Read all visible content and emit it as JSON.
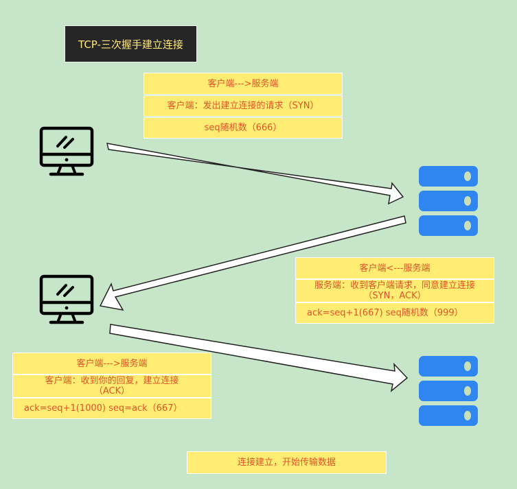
{
  "title": "TCP-三次握手建立连接",
  "step1": {
    "header": "客户端--->服务端",
    "desc": "客户端：发出建立连接的请求（SYN）",
    "detail": "seq随机数（666）"
  },
  "step2": {
    "header": "客户端<---服务端",
    "desc_line1": "服务端：收到客户端请求，同意建立连接",
    "desc_line2": "（SYN，ACK）",
    "detail": "ack=seq+1(667)     seq随机数（999）"
  },
  "step3": {
    "header": "客户端--->服务端",
    "desc_line1": "客户端：收到你的回复，建立连接",
    "desc_line2": "（ACK）",
    "detail": "ack=seq+1(1000)     seq=ack（667）"
  },
  "footer": "连接建立，开始传输数据",
  "icons": [
    "monitor-icon",
    "server-icon"
  ],
  "colors": {
    "background": "#c7e6c9",
    "title_bg": "#262626",
    "title_text": "#ffe97a",
    "box_bg": "#ffec73",
    "box_text": "#e0542a",
    "server_blue": "#2f86f0"
  }
}
